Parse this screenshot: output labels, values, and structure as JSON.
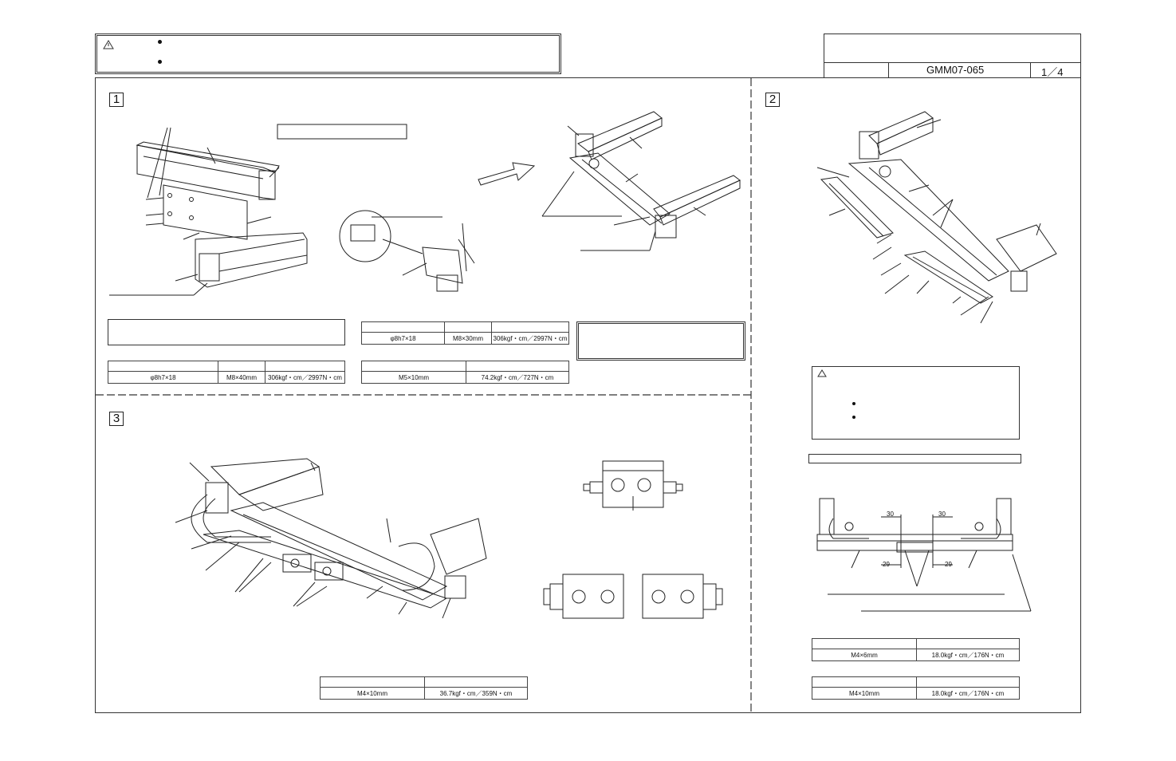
{
  "title_block": {
    "doc_number": "GMM07-065",
    "page": "1／4"
  },
  "sections": {
    "s1": {
      "number": "1"
    },
    "s2": {
      "number": "2"
    },
    "s3": {
      "number": "3"
    }
  },
  "dim_labels": {
    "d30_left": "30",
    "d30_right": "30",
    "d29_left": "29",
    "d29_right": "29"
  },
  "tables": {
    "t1": {
      "size": "φ8h7×18",
      "bolt": "M8×40mm",
      "torque": "306kgf・cm／2997N・cm"
    },
    "t2": {
      "size": "φ8h7×18",
      "bolt": "M8×30mm",
      "torque": "306kgf・cm／2997N・cm"
    },
    "t3": {
      "bolt": "M5×10mm",
      "torque": "74.2kgf・cm／727N・cm"
    },
    "t4": {
      "bolt": "M4×10mm",
      "torque": "36.7kgf・cm／359N・cm"
    },
    "t5": {
      "bolt": "M4×6mm",
      "torque": "18.0kgf・cm／176N・cm"
    },
    "t6": {
      "bolt": "M4×10mm",
      "torque": "18.0kgf・cm／176N・cm"
    }
  },
  "icons": {
    "warning_top": "warning-triangle-icon",
    "warning_s2": "warning-triangle-icon",
    "arrow": "right-arrow-icon"
  }
}
